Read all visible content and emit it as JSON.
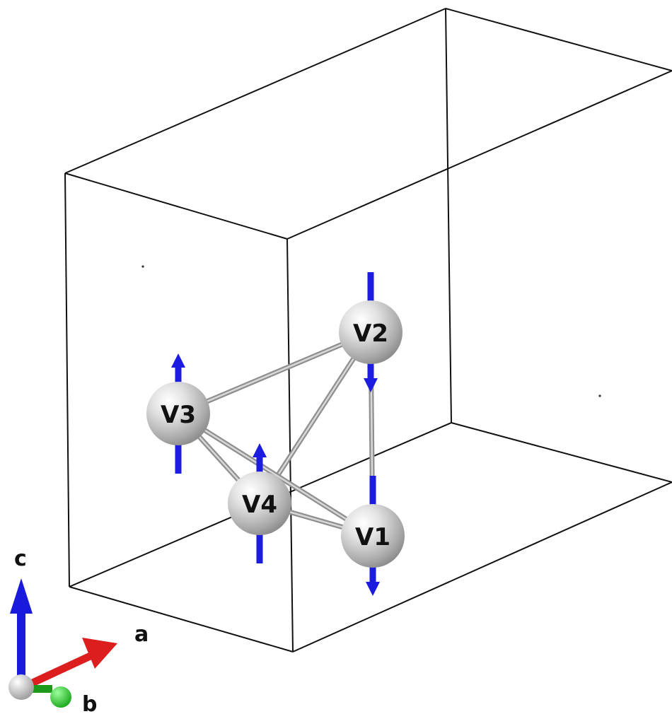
{
  "atoms": [
    {
      "id": "V1",
      "label": "V1",
      "spin": "down"
    },
    {
      "id": "V2",
      "label": "V2",
      "spin": "down"
    },
    {
      "id": "V3",
      "label": "V3",
      "spin": "up"
    },
    {
      "id": "V4",
      "label": "V4",
      "spin": "up"
    }
  ],
  "bonds": [
    {
      "from": "V3",
      "to": "V2"
    },
    {
      "from": "V4",
      "to": "V2"
    },
    {
      "from": "V1",
      "to": "V2"
    },
    {
      "from": "V3",
      "to": "V4"
    },
    {
      "from": "V3",
      "to": "V1"
    },
    {
      "from": "V4",
      "to": "V1"
    }
  ],
  "axes": {
    "a": {
      "label": "a",
      "color": "#e02020"
    },
    "b": {
      "label": "b",
      "color": "#20c020"
    },
    "c": {
      "label": "c",
      "color": "#1a1adc"
    }
  },
  "colors": {
    "atom": "#bdbdbd",
    "bond": "#a8a8a8",
    "spin": "#1c1ce0",
    "cell_edge": "#111111"
  }
}
